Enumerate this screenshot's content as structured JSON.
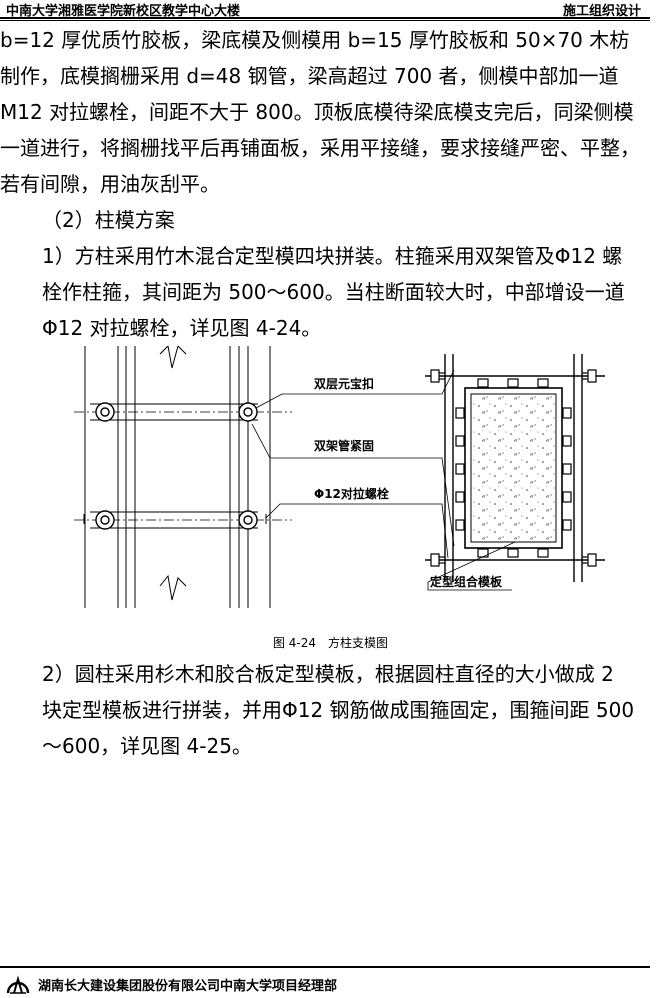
{
  "header": {
    "left": "中南大学湘雅医学院新校区教学中心大楼",
    "right": "施工组织设计"
  },
  "paragraphs": [
    "b=12 厚优质竹胶板，梁底模及侧模用 b=15 厚竹胶板和 50×70 木枋制作，底模搁栅采用 d=48 钢管，梁高超过 700 者，侧模中部加一道 M12 对拉螺栓，间距不大于 800。顶板底模待梁底模支完后，同梁侧模一道进行，将搁栅找平后再铺面板，采用平接缝，要求接缝严密、平整，若有间隙，用油灰刮平。",
    "（2）柱模方案",
    "1）方柱采用竹木混合定型模四块拼装。柱箍采用双架管及Φ12 螺栓作柱箍，其间距为 500～600。当柱断面较大时，中部增设一道Φ12 对拉螺栓，详见图 4-24。"
  ],
  "figure": {
    "labels": {
      "double_clip": "双层元宝扣",
      "double_pipe": "双架管紧固",
      "tie_bolt": "Φ12对拉螺栓",
      "formwork": "定型组合模板"
    },
    "caption": "图 4-24　方柱支模图"
  },
  "paragraphs2": [
    "2）圆柱采用杉木和胶合板定型模板，根据圆柱直径的大小做成 2 块定型模板进行拼装，并用Φ12 钢筋做成围箍固定，围箍间距 500～600，详见图 4-25。"
  ],
  "footer": {
    "company": "湖南长大建设集团股份有限公司中南大学项目经理部"
  }
}
